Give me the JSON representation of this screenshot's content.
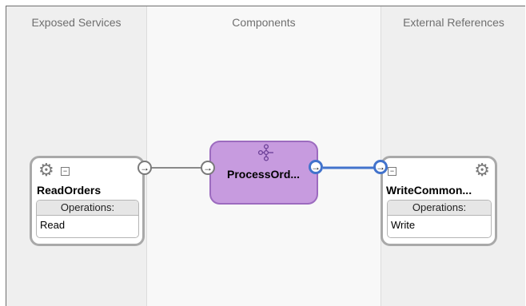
{
  "lanes": {
    "exposed_services": "Exposed Services",
    "components": "Components",
    "external_references": "External References"
  },
  "service": {
    "name": "ReadOrders",
    "operations_header": "Operations:",
    "operations": [
      "Read"
    ]
  },
  "component": {
    "name": "ProcessOrd...",
    "icon": "bpel-process-icon"
  },
  "reference": {
    "name": "WriteCommon...",
    "operations_header": "Operations:",
    "operations": [
      "Write"
    ]
  },
  "glyphs": {
    "port_arrow": "→",
    "collapse": "−",
    "adapter_icon": "⚙"
  },
  "colors": {
    "component_fill": "#c79bdf",
    "component_border": "#9c6bbf",
    "active_wire": "#4273cc",
    "wire": "#8a8a8a"
  }
}
